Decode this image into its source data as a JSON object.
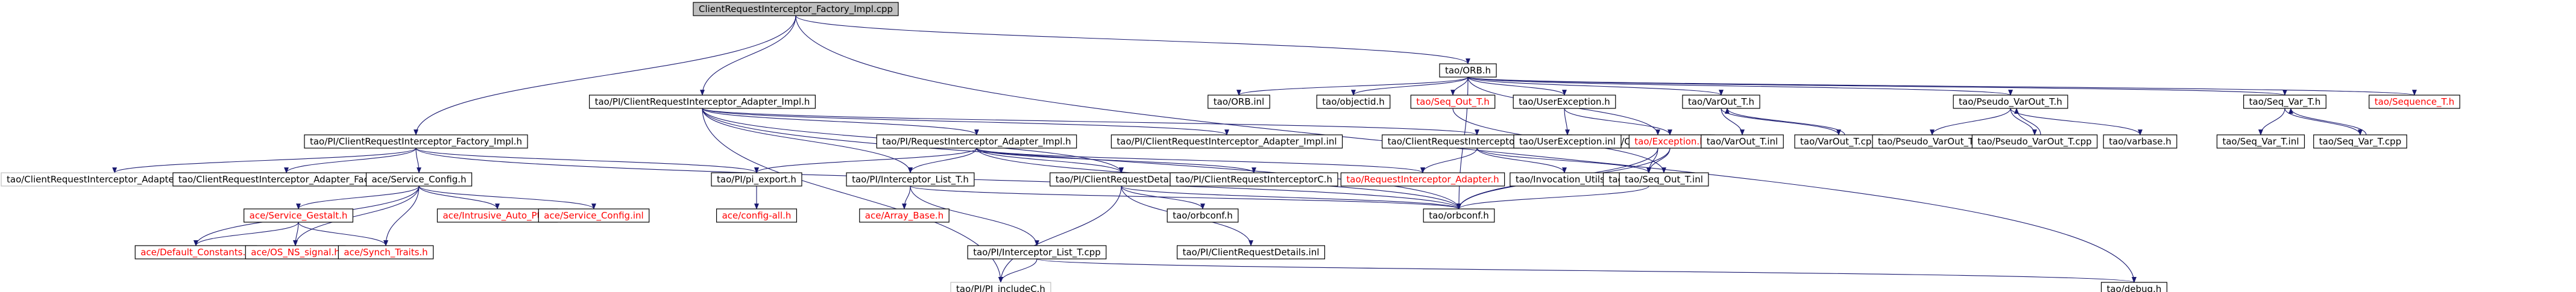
{
  "colors": {
    "default_border": "#000000",
    "default_text": "#000000",
    "missing_border": "#bfbfbf",
    "missing_text": "#000000",
    "unexpanded_text": "#ff0000",
    "root_fill": "#bfbfbf",
    "edge": "#191970",
    "node_fill": "#ffffff"
  },
  "nodes": [
    {
      "id": "root",
      "label": "ClientRequestInterceptor_Factory_Impl.cpp",
      "style": "root"
    },
    {
      "id": "orb_h",
      "label": "tao/ORB.h",
      "style": "normal"
    },
    {
      "id": "cri_adapter_impl_h",
      "label": "tao/PI/ClientRequestInterceptor_Adapter_Impl.h",
      "style": "normal"
    },
    {
      "id": "cri_factory_impl_h",
      "label": "tao/PI/ClientRequestInterceptor_Factory_Impl.h",
      "style": "normal"
    },
    {
      "id": "cri_adapter_factory_tao",
      "label": "tao/ClientRequestInterceptor_Adapter_Factory.h",
      "style": "missing"
    },
    {
      "id": "cri_adapter_factory_ace",
      "label": "tao/ClientRequestInterceptor_Adapter_Factory.h",
      "style": "normal"
    },
    {
      "id": "service_config_h",
      "label": "ace/Service_Config.h",
      "style": "normal"
    },
    {
      "id": "service_gestalt_h",
      "label": "ace/Service_Gestalt.h",
      "style": "unexpanded"
    },
    {
      "id": "default_constants_h",
      "label": "ace/Default_Constants.h",
      "style": "unexpanded"
    },
    {
      "id": "os_ns_signal_h",
      "label": "ace/OS_NS_signal.h",
      "style": "unexpanded"
    },
    {
      "id": "synch_traits_h",
      "label": "ace/Synch_Traits.h",
      "style": "unexpanded"
    },
    {
      "id": "intrusive_auto_ptr_h",
      "label": "ace/Intrusive_Auto_Ptr.h",
      "style": "unexpanded"
    },
    {
      "id": "service_config_inl",
      "label": "ace/Service_Config.inl",
      "style": "unexpanded"
    },
    {
      "id": "pi_export_h",
      "label": "tao/PI/pi_export.h",
      "style": "normal"
    },
    {
      "id": "config_all_h",
      "label": "ace/config-all.h",
      "style": "unexpanded"
    },
    {
      "id": "ri_adapter_impl_h",
      "label": "tao/PI/RequestInterceptor_Adapter_Impl.h",
      "style": "normal"
    },
    {
      "id": "interceptor_list_t_h",
      "label": "tao/PI/Interceptor_List_T.h",
      "style": "normal"
    },
    {
      "id": "array_base_h",
      "label": "ace/Array_Base.h",
      "style": "unexpanded"
    },
    {
      "id": "interceptor_list_t_cpp",
      "label": "tao/PI/Interceptor_List_T.cpp",
      "style": "normal"
    },
    {
      "id": "pi_includec_h",
      "label": "tao/PI/PI_includeC.h",
      "style": "missing"
    },
    {
      "id": "debug_h",
      "label": "tao/debug.h",
      "style": "normal"
    },
    {
      "id": "client_request_details_h",
      "label": "tao/PI/ClientRequestDetails.h",
      "style": "normal"
    },
    {
      "id": "client_request_details_inl",
      "label": "tao/PI/ClientRequestDetails.inl",
      "style": "normal"
    },
    {
      "id": "orbconf_h_pi",
      "label": "tao/orbconf.h",
      "style": "normal"
    },
    {
      "id": "client_request_interceptorc_h",
      "label": "tao/PI/ClientRequestInterceptorC.h",
      "style": "normal"
    },
    {
      "id": "ri_adapter_h",
      "label": "tao/RequestInterceptor_Adapter.h",
      "style": "unexpanded"
    },
    {
      "id": "cri_adapter_impl_inl",
      "label": "tao/PI/ClientRequestInterceptor_Adapter_Impl.inl",
      "style": "normal"
    },
    {
      "id": "cri_adapter_h",
      "label": "tao/ClientRequestInterceptor_Adapter.h",
      "style": "normal"
    },
    {
      "id": "invocation_utils_h",
      "label": "tao/Invocation_Utils.h",
      "style": "normal"
    },
    {
      "id": "basic_types_h",
      "label": "tao/Basic_Types.h",
      "style": "normal"
    },
    {
      "id": "orbconf_h",
      "label": "tao/orbconf.h",
      "style": "normal"
    },
    {
      "id": "orb_inl",
      "label": "tao/ORB.inl",
      "style": "normal"
    },
    {
      "id": "objectid_h",
      "label": "tao/objectid.h",
      "style": "normal"
    },
    {
      "id": "corba_methods_h",
      "label": "tao/CORBA_methods.h",
      "style": "normal"
    },
    {
      "id": "seq_out_t_h",
      "label": "tao/Seq_Out_T.h",
      "style": "unexpanded"
    },
    {
      "id": "seq_out_t_inl",
      "label": "tao/Seq_Out_T.inl",
      "style": "normal"
    },
    {
      "id": "user_exception_h",
      "label": "tao/UserException.h",
      "style": "normal"
    },
    {
      "id": "user_exception_inl",
      "label": "tao/UserException.inl",
      "style": "normal"
    },
    {
      "id": "exception_h",
      "label": "tao/Exception.h",
      "style": "unexpanded"
    },
    {
      "id": "varout_t_h",
      "label": "tao/VarOut_T.h",
      "style": "normal"
    },
    {
      "id": "varout_t_inl",
      "label": "tao/VarOut_T.inl",
      "style": "normal"
    },
    {
      "id": "varout_t_cpp",
      "label": "tao/VarOut_T.cpp",
      "style": "normal"
    },
    {
      "id": "pseudo_varout_t_h",
      "label": "tao/Pseudo_VarOut_T.h",
      "style": "normal"
    },
    {
      "id": "pseudo_varout_t_inl",
      "label": "tao/Pseudo_VarOut_T.inl",
      "style": "normal"
    },
    {
      "id": "pseudo_varout_t_cpp",
      "label": "tao/Pseudo_VarOut_T.cpp",
      "style": "normal"
    },
    {
      "id": "varbase_h",
      "label": "tao/varbase.h",
      "style": "normal"
    },
    {
      "id": "seq_var_t_h",
      "label": "tao/Seq_Var_T.h",
      "style": "normal"
    },
    {
      "id": "seq_var_t_inl",
      "label": "tao/Seq_Var_T.inl",
      "style": "normal"
    },
    {
      "id": "seq_var_t_cpp",
      "label": "tao/Seq_Var_T.cpp",
      "style": "normal"
    },
    {
      "id": "sequence_t_h",
      "label": "tao/Sequence_T.h",
      "style": "unexpanded"
    }
  ],
  "edges": [
    [
      "root",
      "orb_h"
    ],
    [
      "root",
      "cri_adapter_impl_h"
    ],
    [
      "root",
      "cri_factory_impl_h"
    ],
    [
      "root",
      "debug_h"
    ],
    [
      "cri_factory_impl_h",
      "cri_adapter_factory_tao"
    ],
    [
      "cri_factory_impl_h",
      "cri_adapter_factory_ace"
    ],
    [
      "cri_factory_impl_h",
      "service_config_h"
    ],
    [
      "cri_factory_impl_h",
      "pi_export_h"
    ],
    [
      "cri_factory_impl_h",
      "orbconf_h"
    ],
    [
      "service_config_h",
      "service_gestalt_h"
    ],
    [
      "service_config_h",
      "default_constants_h"
    ],
    [
      "service_config_h",
      "os_ns_signal_h"
    ],
    [
      "service_config_h",
      "synch_traits_h"
    ],
    [
      "service_config_h",
      "intrusive_auto_ptr_h"
    ],
    [
      "service_config_h",
      "service_config_inl"
    ],
    [
      "service_gestalt_h",
      "default_constants_h"
    ],
    [
      "service_gestalt_h",
      "os_ns_signal_h"
    ],
    [
      "service_gestalt_h",
      "synch_traits_h"
    ],
    [
      "pi_export_h",
      "config_all_h"
    ],
    [
      "cri_adapter_impl_h",
      "ri_adapter_impl_h"
    ],
    [
      "cri_adapter_impl_h",
      "cri_adapter_impl_inl"
    ],
    [
      "cri_adapter_impl_h",
      "cri_adapter_h"
    ],
    [
      "cri_adapter_impl_h",
      "interceptor_list_t_h"
    ],
    [
      "cri_adapter_impl_h",
      "client_request_details_h"
    ],
    [
      "cri_adapter_impl_h",
      "pi_includec_h"
    ],
    [
      "cri_adapter_impl_h",
      "orbconf_h"
    ],
    [
      "ri_adapter_impl_h",
      "pi_export_h"
    ],
    [
      "ri_adapter_impl_h",
      "interceptor_list_t_h"
    ],
    [
      "ri_adapter_impl_h",
      "client_request_interceptorc_h"
    ],
    [
      "ri_adapter_impl_h",
      "ri_adapter_h"
    ],
    [
      "ri_adapter_impl_h",
      "client_request_details_h"
    ],
    [
      "ri_adapter_impl_h",
      "orbconf_h"
    ],
    [
      "interceptor_list_t_h",
      "array_base_h"
    ],
    [
      "interceptor_list_t_h",
      "interceptor_list_t_cpp"
    ],
    [
      "interceptor_list_t_h",
      "orbconf_h"
    ],
    [
      "interceptor_list_t_cpp",
      "pi_includec_h"
    ],
    [
      "interceptor_list_t_cpp",
      "debug_h"
    ],
    [
      "client_request_details_h",
      "client_request_details_inl"
    ],
    [
      "client_request_details_h",
      "orbconf_h_pi"
    ],
    [
      "client_request_details_h",
      "pi_includec_h"
    ],
    [
      "client_request_details_h",
      "orbconf_h"
    ],
    [
      "cri_adapter_h",
      "ri_adapter_h"
    ],
    [
      "cri_adapter_h",
      "invocation_utils_h"
    ],
    [
      "cri_adapter_h",
      "basic_types_h"
    ],
    [
      "basic_types_h",
      "orbconf_h"
    ],
    [
      "orb_h",
      "orb_inl"
    ],
    [
      "orb_h",
      "objectid_h"
    ],
    [
      "orb_h",
      "corba_methods_h"
    ],
    [
      "orb_h",
      "seq_out_t_h"
    ],
    [
      "orb_h",
      "user_exception_h"
    ],
    [
      "orb_h",
      "varout_t_h"
    ],
    [
      "orb_h",
      "pseudo_varout_t_h"
    ],
    [
      "orb_h",
      "seq_var_t_h"
    ],
    [
      "orb_h",
      "sequence_t_h"
    ],
    [
      "orb_h",
      "orbconf_h"
    ],
    [
      "corba_methods_h",
      "basic_types_h"
    ],
    [
      "corba_methods_h",
      "orbconf_h"
    ],
    [
      "seq_out_t_h",
      "seq_out_t_inl"
    ],
    [
      "user_exception_h",
      "user_exception_inl"
    ],
    [
      "user_exception_h",
      "exception_h"
    ],
    [
      "exception_h",
      "basic_types_h"
    ],
    [
      "exception_h",
      "orbconf_h"
    ],
    [
      "varout_t_h",
      "varout_t_inl"
    ],
    [
      "varout_t_h",
      "varout_t_cpp"
    ],
    [
      "varout_t_cpp",
      "varout_t_h"
    ],
    [
      "pseudo_varout_t_h",
      "pseudo_varout_t_inl"
    ],
    [
      "pseudo_varout_t_h",
      "pseudo_varout_t_cpp"
    ],
    [
      "pseudo_varout_t_h",
      "varbase_h"
    ],
    [
      "pseudo_varout_t_cpp",
      "pseudo_varout_t_h"
    ],
    [
      "seq_var_t_h",
      "seq_var_t_inl"
    ],
    [
      "seq_var_t_h",
      "seq_var_t_cpp"
    ],
    [
      "seq_var_t_cpp",
      "seq_var_t_h"
    ]
  ]
}
